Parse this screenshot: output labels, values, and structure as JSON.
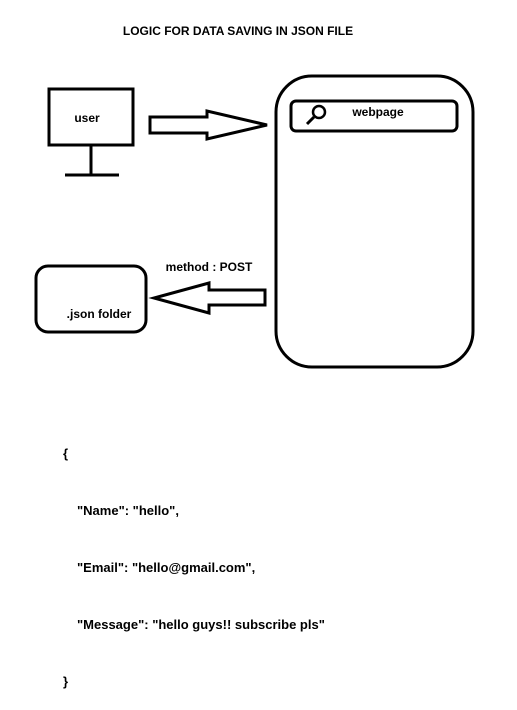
{
  "diagram": {
    "title": "LOGIC FOR DATA SAVING IN JSON FILE",
    "nodes": {
      "user": "user",
      "webpage": "webpage",
      "json_folder": ".json folder"
    },
    "edges": {
      "user_to_webpage": "",
      "webpage_to_folder": "method : POST"
    },
    "icons": {
      "search": "search-icon",
      "monitor": "monitor-icon"
    },
    "colors": {
      "stroke": "#000000",
      "background": "#ffffff"
    }
  },
  "json_sample": {
    "open_brace": "{",
    "lines": [
      "\"Name\": \"hello\",",
      "\"Email\": \"hello@gmail.com\",",
      "\"Message\": \"hello guys!! subscribe pls\""
    ],
    "close_brace": "}"
  }
}
